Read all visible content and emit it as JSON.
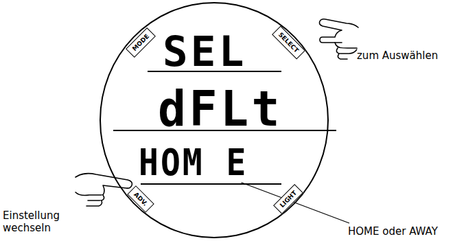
{
  "diagram": {
    "nodes": [
      {
        "text": [
          "SEL",
          "dFLt",
          "HOM E"
        ]
      },
      {
        "text": [
          "MODE"
        ]
      },
      {
        "text": [
          "SELECT"
        ]
      },
      {
        "text": [
          "ADV."
        ]
      },
      {
        "text": [
          "LIGHT"
        ]
      }
    ],
    "labels": [
      "zum Auswählen",
      "Einstellung wechseln",
      "HOME oder AWAY"
    ]
  }
}
